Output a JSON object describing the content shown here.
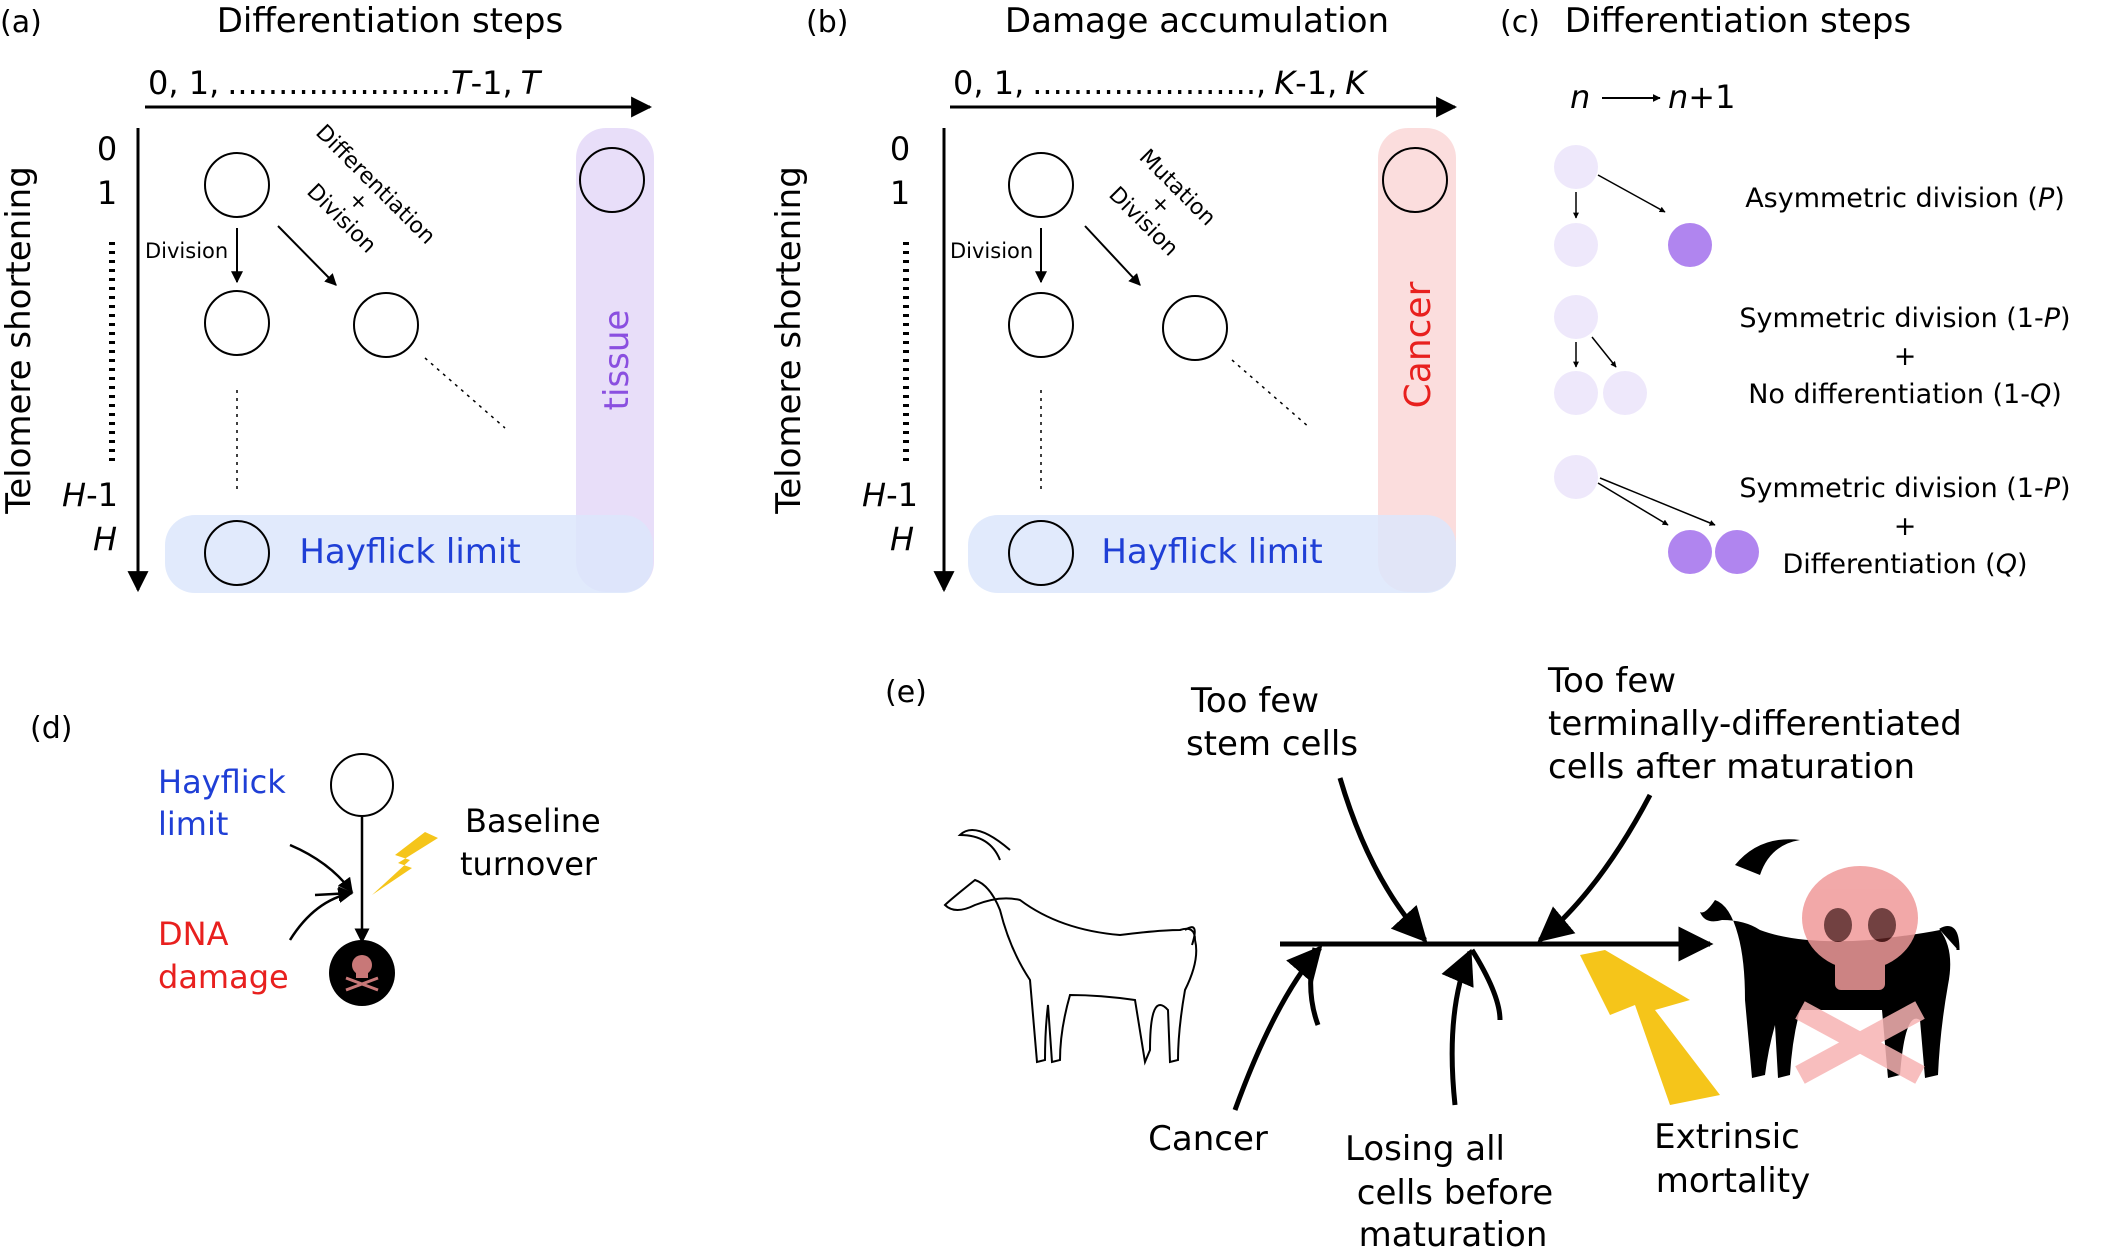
{
  "panel_a": {
    "label": "(a)",
    "title": "Differentiation steps",
    "x_axis": {
      "start": "0, 1,",
      "dots": "......................",
      "end_var": "T",
      "end_suffix": "-1,",
      "last": "T"
    },
    "y_axis_label": "Telomere shortening",
    "y_ticks": [
      "0",
      "1"
    ],
    "y_h1_var": "H",
    "y_h1_suffix": "-1",
    "y_h": "H",
    "division_label": "Division",
    "diag_label_1": "Differentiation",
    "diag_label_2": "+",
    "diag_label_3": "Division",
    "column_label": "tissue",
    "row_label": "Hayflick limit"
  },
  "panel_b": {
    "label": "(b)",
    "title": "Damage accumulation",
    "x_axis": {
      "start": "0, 1,",
      "dots": "......................,",
      "end_var": "K",
      "end_suffix": "-1,",
      "last": "K"
    },
    "y_axis_label": "Telomere shortening",
    "y_ticks": [
      "0",
      "1"
    ],
    "y_h1_var": "H",
    "y_h1_suffix": "-1",
    "y_h": "H",
    "division_label": "Division",
    "diag_label_1": "Mutation",
    "diag_label_2": "+",
    "diag_label_3": "Division",
    "column_label": "Cancer",
    "row_label": "Hayflick limit"
  },
  "panel_c": {
    "label": "(c)",
    "title": "Differentiation steps",
    "n_from": "n",
    "n_to_var": "n",
    "n_to_suffix": "+1",
    "row1": {
      "text": "Asymmetric division (",
      "var": "P",
      "close": ")"
    },
    "row2": {
      "line1": "Symmetric division (1-",
      "line1_var": "P",
      "line1_close": ")",
      "plus": "+",
      "line2": "No differentiation (1-",
      "line2_var": "Q",
      "line2_close": ")"
    },
    "row3": {
      "line1": "Symmetric division (1-",
      "line1_var": "P",
      "line1_close": ")",
      "plus": "+",
      "line2": "Differentiation (",
      "line2_var": "Q",
      "line2_close": ")"
    }
  },
  "panel_d": {
    "label": "(d)",
    "hayflick_1": "Hayflick",
    "hayflick_2": "limit",
    "dna_1": "DNA",
    "dna_2": "damage",
    "baseline_1": "Baseline",
    "baseline_2": "turnover"
  },
  "panel_e": {
    "label": "(e)",
    "stem_1": "Too few",
    "stem_2": "stem cells",
    "term_1": "Too few",
    "term_2": "terminally-differentiated",
    "term_3": "cells after maturation",
    "cancer": "Cancer",
    "losing_1": "Losing all",
    "losing_2": "cells before",
    "losing_3": "maturation",
    "extrinsic_1": "Extrinsic",
    "extrinsic_2": "mortality"
  },
  "colors": {
    "blue_text": "#1f3fd6",
    "red_text": "#e8201e",
    "purple_text": "#8a4fe0",
    "light_purple": "#eee8fb",
    "purple_cell": "#b085ef",
    "hayflick_band": "#dce6fb",
    "tissue_band": "#e6daf8",
    "cancer_band": "#fbd9d9",
    "lightning": "#f5c51a"
  }
}
